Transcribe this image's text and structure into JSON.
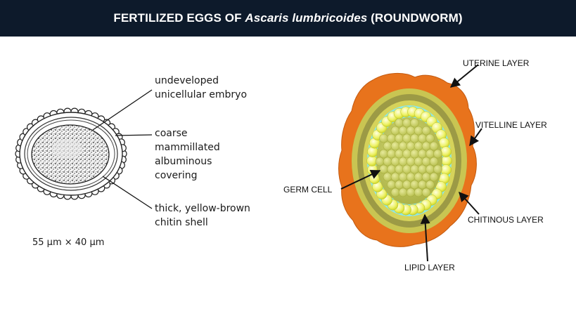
{
  "title": {
    "prefix": "FERTILIZED EGGS OF ",
    "species": "Ascaris lumbricoides",
    "suffix": " (ROUNDWORM)"
  },
  "left_diagram": {
    "labels": {
      "embryo": [
        "undeveloped",
        "unicellular embryo"
      ],
      "covering": [
        "coarse",
        "mammillated",
        "albuminous",
        "covering"
      ],
      "shell": [
        "thick, yellow-brown",
        "chitin shell"
      ]
    },
    "size": "55 μm × 40 μm"
  },
  "right_diagram": {
    "labels": {
      "uterine": "UTERINE LAYER",
      "vitelline": "VITELLINE LAYER",
      "germ": "GERM CELL",
      "chitinous": "CHITINOUS LAYER",
      "lipid": "LIPID LAYER"
    },
    "colors": {
      "uterine": "#e8731c",
      "vitelline": "#c9c552",
      "chitinous": "#9c9a45",
      "lipid": "#8ee8e8",
      "germ": "#c8d062"
    }
  }
}
